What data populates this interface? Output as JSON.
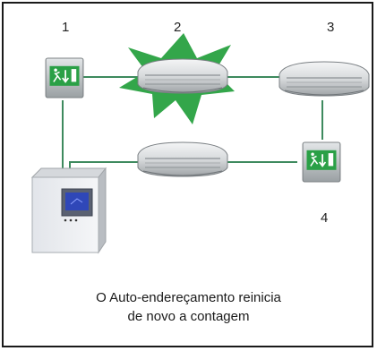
{
  "labels": {
    "n1": "1",
    "n2": "2",
    "n3": "3",
    "n4": "4"
  },
  "caption": {
    "line1": "O Auto-endereçamento reinicia",
    "line2": "de novo a contagem"
  },
  "colors": {
    "wire": "#3e8a5e",
    "star": "#33a64a",
    "sign_green": "#2aa046",
    "frame": "#1a1a1a"
  },
  "icons": [
    "exit-sign-icon",
    "luminaire-icon",
    "starburst-icon",
    "control-panel-icon"
  ]
}
